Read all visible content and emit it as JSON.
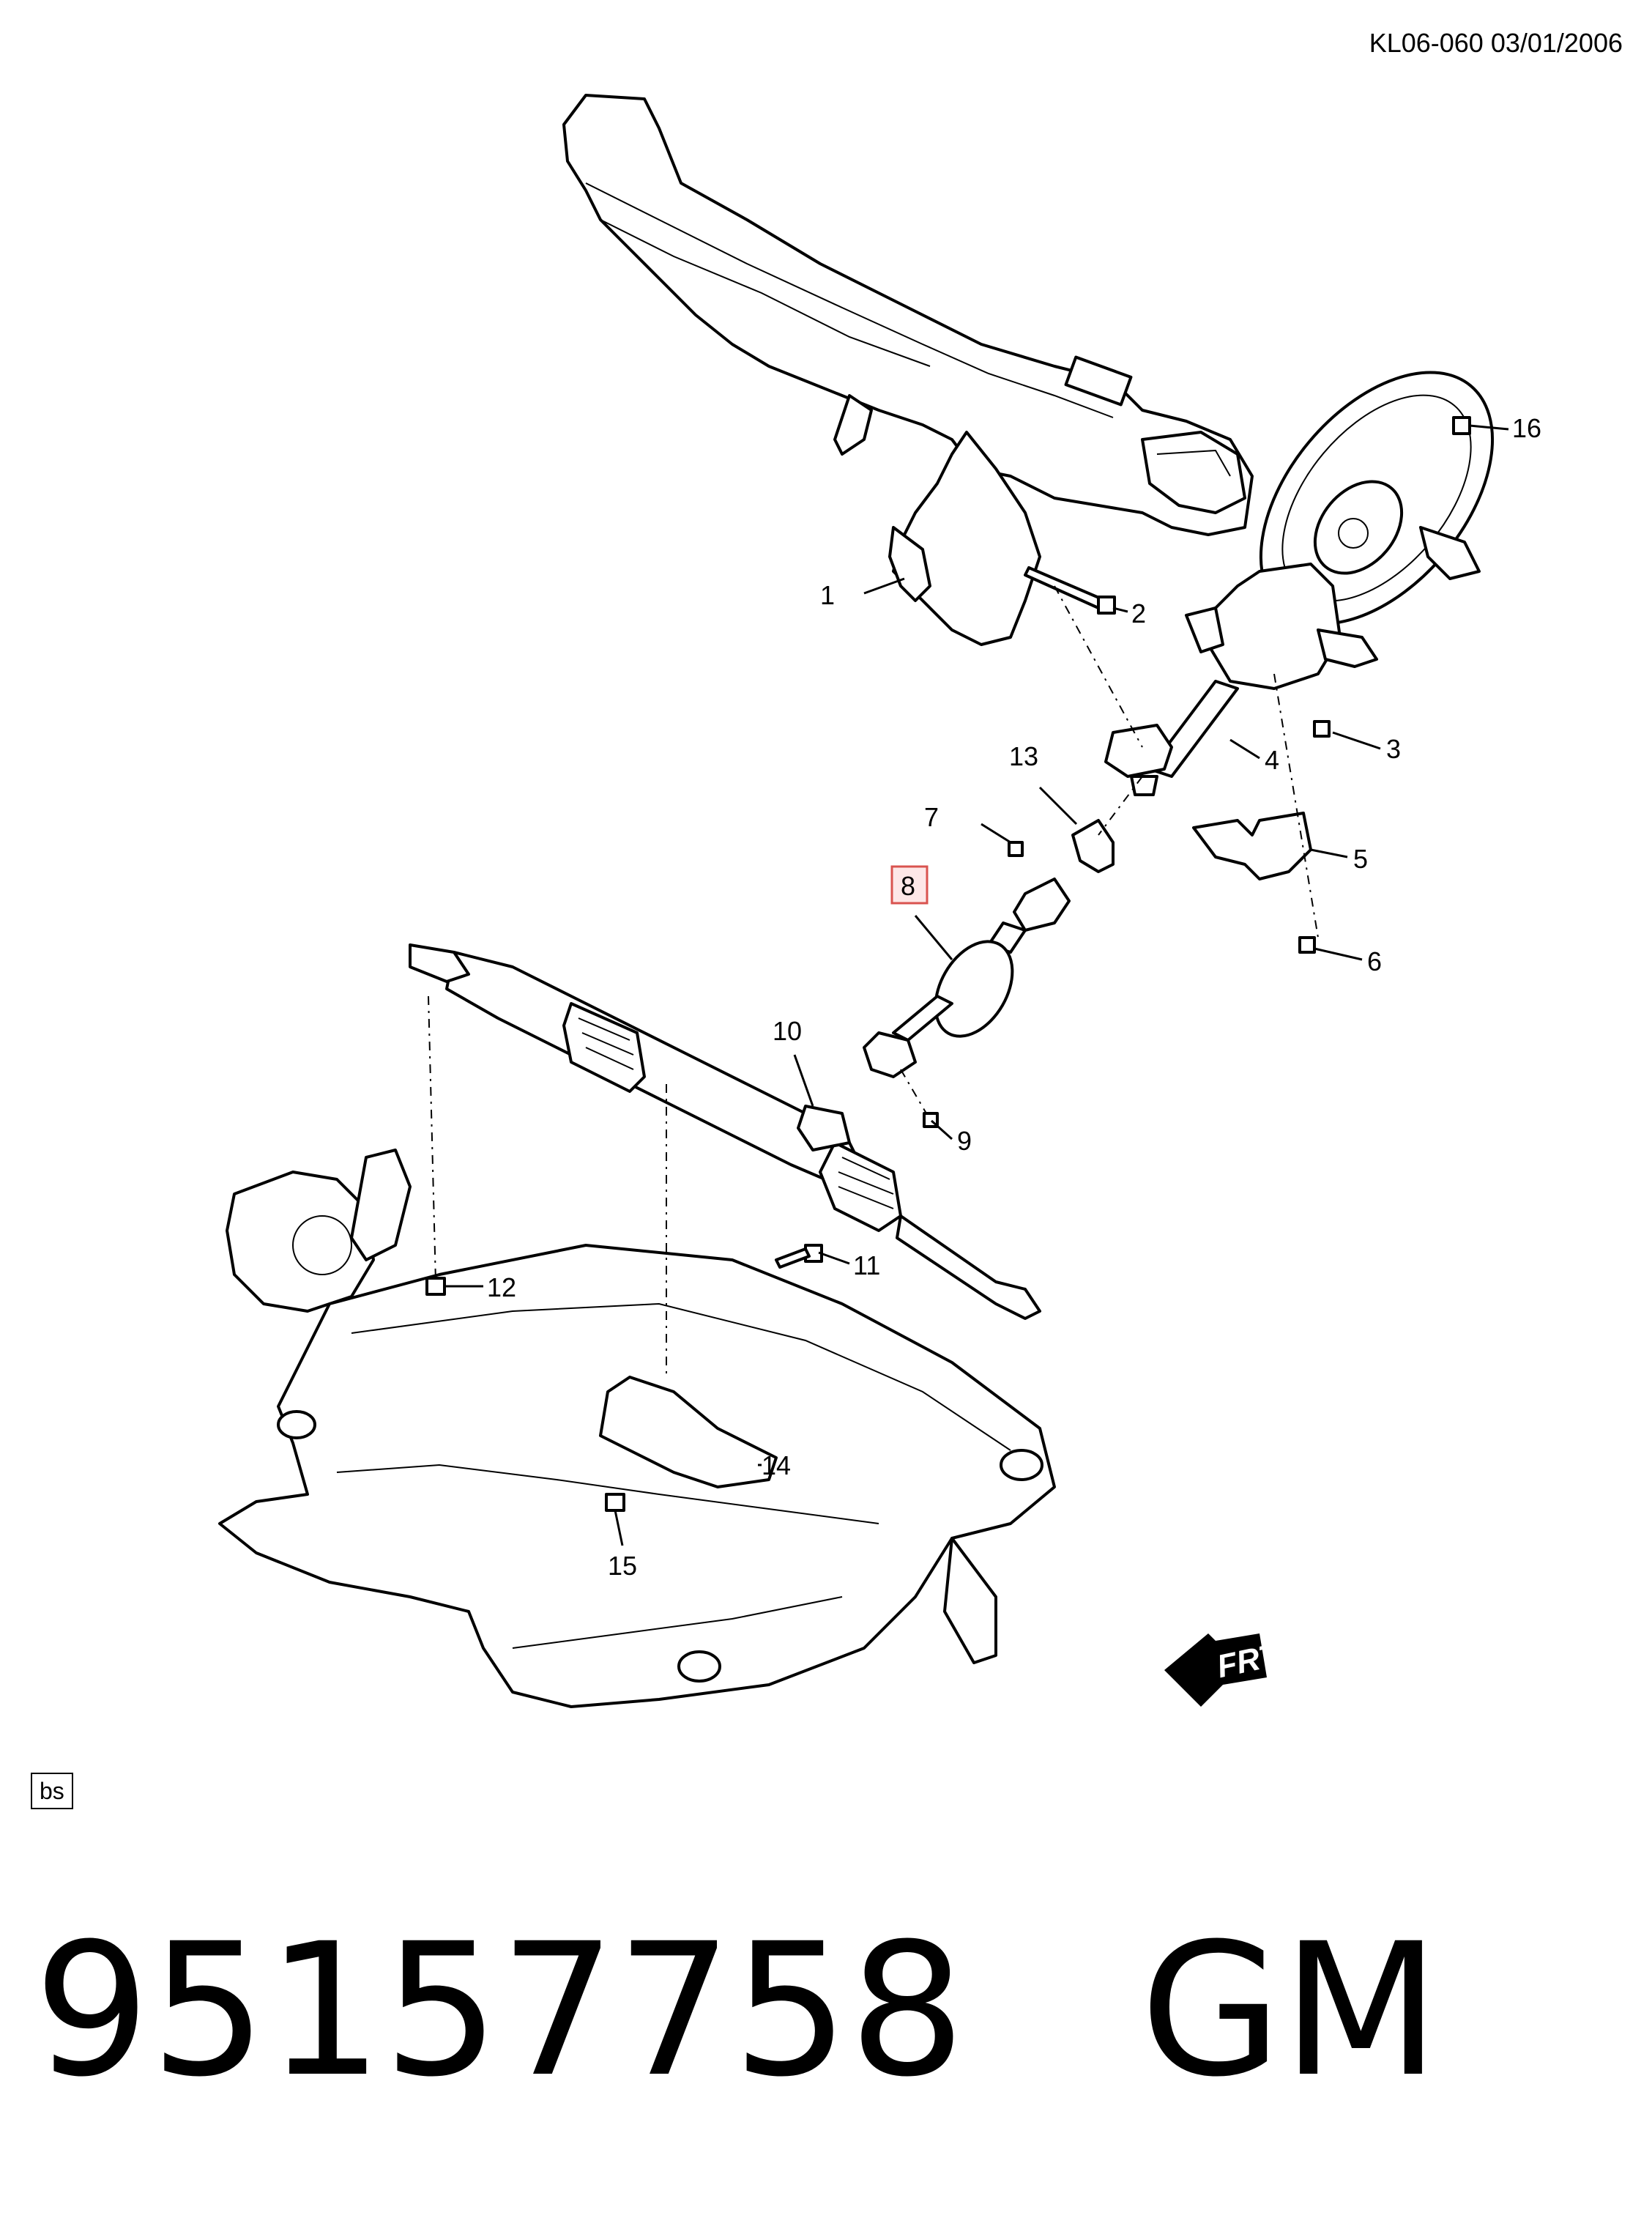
{
  "header": {
    "code": "KL06-060  03/01/2006"
  },
  "callouts": [
    {
      "id": "1",
      "label": "1"
    },
    {
      "id": "2",
      "label": "2"
    },
    {
      "id": "3",
      "label": "3"
    },
    {
      "id": "4",
      "label": "4"
    },
    {
      "id": "5",
      "label": "5"
    },
    {
      "id": "6",
      "label": "6"
    },
    {
      "id": "7",
      "label": "7"
    },
    {
      "id": "8",
      "label": "8",
      "highlighted": true
    },
    {
      "id": "9",
      "label": "9"
    },
    {
      "id": "10",
      "label": "10"
    },
    {
      "id": "11",
      "label": "11"
    },
    {
      "id": "12",
      "label": "12"
    },
    {
      "id": "13",
      "label": "13"
    },
    {
      "id": "14",
      "label": "14"
    },
    {
      "id": "15",
      "label": "15"
    },
    {
      "id": "16",
      "label": "16"
    }
  ],
  "highlight_color": "#d9534f",
  "badge": {
    "text": "bs"
  },
  "orientation_marker": {
    "text": "FRT"
  },
  "footer": {
    "part_number": "95157758",
    "brand": "GM"
  }
}
